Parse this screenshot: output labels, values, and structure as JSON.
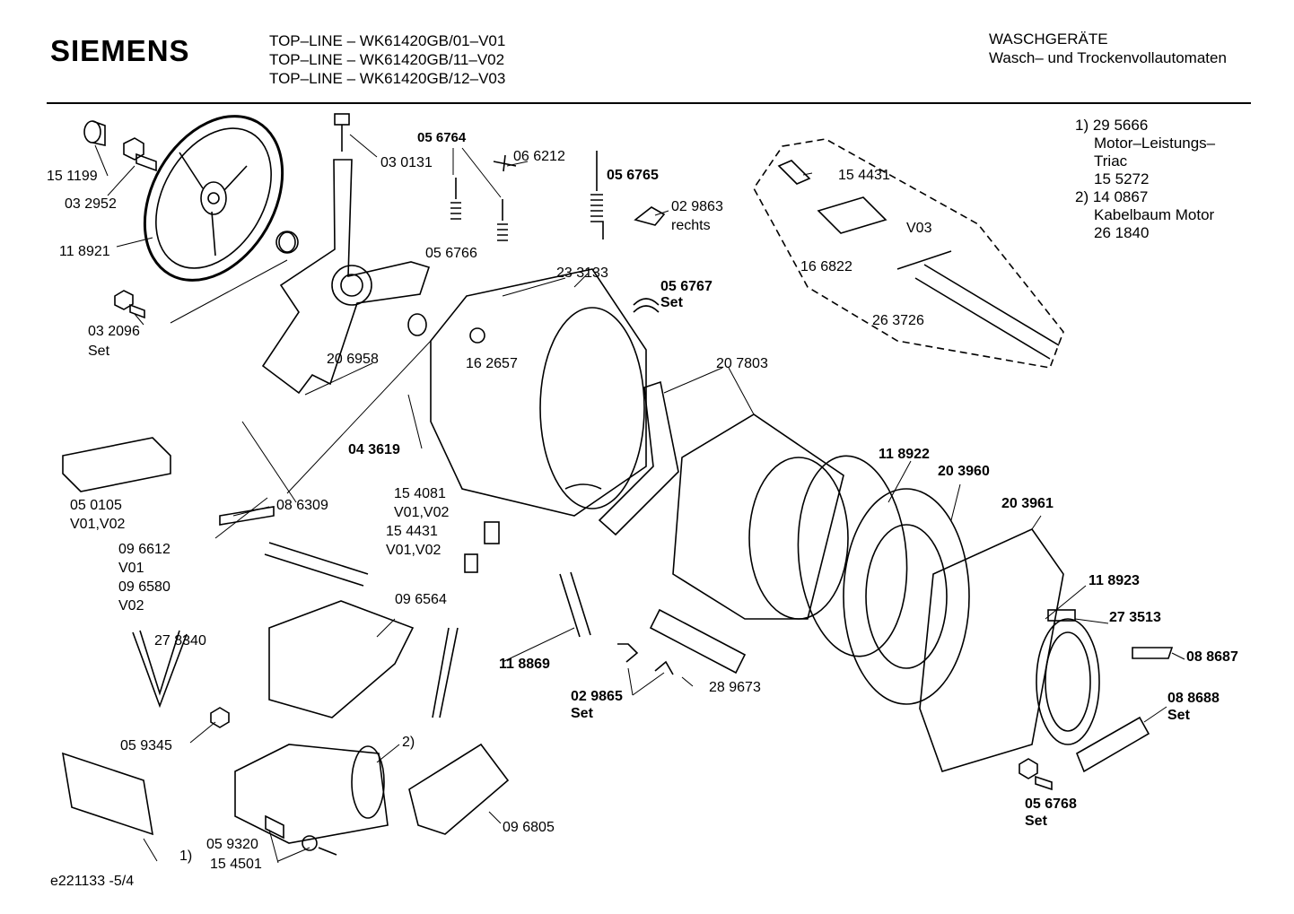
{
  "header": {
    "brand": "SIEMENS",
    "models": [
      "TOP–LINE – WK61420GB/01–V01",
      "TOP–LINE – WK61420GB/11–V02",
      "TOP–LINE – WK61420GB/12–V03"
    ],
    "category_line1": "WASCHGERÄTE",
    "category_line2": "Wasch– und Trockenvollautomaten"
  },
  "notes": [
    "1)  29 5666",
    "Motor–Leistungs–",
    "Triac",
    "15 5272",
    "2)  14 0867",
    "Kabelbaum Motor",
    "26 1840"
  ],
  "labels": [
    {
      "id": "p151199",
      "text": "15 1199",
      "bold": false
    },
    {
      "id": "p032952",
      "text": "03 2952",
      "bold": false
    },
    {
      "id": "p118921",
      "text": "11 8921",
      "bold": false
    },
    {
      "id": "p032096",
      "text": "03 2096",
      "bold": false
    },
    {
      "id": "p032096set",
      "text": "Set",
      "bold": false
    },
    {
      "id": "p030131",
      "text": "03 0131",
      "bold": false
    },
    {
      "id": "p056764",
      "text": "05 6764",
      "bold": true
    },
    {
      "id": "p066212",
      "text": "06 6212",
      "bold": false
    },
    {
      "id": "p056765",
      "text": "05 6765",
      "bold": true
    },
    {
      "id": "p029863",
      "text": "02 9863",
      "bold": false
    },
    {
      "id": "p029863r",
      "text": "rechts",
      "bold": false
    },
    {
      "id": "p154431a",
      "text": "15 4431",
      "bold": false
    },
    {
      "id": "pv03",
      "text": "V03",
      "bold": false
    },
    {
      "id": "p166822",
      "text": "16 6822",
      "bold": false
    },
    {
      "id": "p263726",
      "text": "26 3726",
      "bold": false
    },
    {
      "id": "p056766",
      "text": "05 6766",
      "bold": false
    },
    {
      "id": "p233133",
      "text": "23 3133",
      "bold": false
    },
    {
      "id": "p056767",
      "text": "05 6767",
      "bold": true
    },
    {
      "id": "p056767set",
      "text": "Set",
      "bold": true
    },
    {
      "id": "p206958",
      "text": "20 6958",
      "bold": false
    },
    {
      "id": "p162657",
      "text": "16 2657",
      "bold": false
    },
    {
      "id": "p207803",
      "text": "20 7803",
      "bold": false
    },
    {
      "id": "p043619",
      "text": "04 3619",
      "bold": true
    },
    {
      "id": "p050105",
      "text": "05 0105",
      "bold": false
    },
    {
      "id": "p050105v",
      "text": "V01,V02",
      "bold": false
    },
    {
      "id": "p086309",
      "text": "08 6309",
      "bold": false
    },
    {
      "id": "p154081",
      "text": "15 4081",
      "bold": false
    },
    {
      "id": "p154081v",
      "text": "V01,V02",
      "bold": false
    },
    {
      "id": "p154431b",
      "text": "15 4431",
      "bold": false
    },
    {
      "id": "p154431bv",
      "text": "V01,V02",
      "bold": false
    },
    {
      "id": "p118922",
      "text": "11 8922",
      "bold": true
    },
    {
      "id": "p203960",
      "text": "20 3960",
      "bold": true
    },
    {
      "id": "p203961",
      "text": "20 3961",
      "bold": true
    },
    {
      "id": "p096612",
      "text": "09 6612",
      "bold": false
    },
    {
      "id": "pv01",
      "text": "V01",
      "bold": false
    },
    {
      "id": "p096580",
      "text": "09 6580",
      "bold": false
    },
    {
      "id": "pv02",
      "text": "V02",
      "bold": false
    },
    {
      "id": "p096564",
      "text": "09 6564",
      "bold": false
    },
    {
      "id": "p118923",
      "text": "11 8923",
      "bold": true
    },
    {
      "id": "p273513",
      "text": "27 3513",
      "bold": true
    },
    {
      "id": "p278340",
      "text": "27 8340",
      "bold": false
    },
    {
      "id": "p118869",
      "text": "11 8869",
      "bold": true
    },
    {
      "id": "p088687",
      "text": "08 8687",
      "bold": true
    },
    {
      "id": "p029865",
      "text": "02 9865",
      "bold": true
    },
    {
      "id": "p029865set",
      "text": "Set",
      "bold": true
    },
    {
      "id": "p289673",
      "text": "28 9673",
      "bold": false
    },
    {
      "id": "p088688",
      "text": "08 8688",
      "bold": true
    },
    {
      "id": "p088688set",
      "text": "Set",
      "bold": true
    },
    {
      "id": "p059345",
      "text": "05 9345",
      "bold": false
    },
    {
      "id": "p2",
      "text": "2)",
      "bold": false
    },
    {
      "id": "p056768",
      "text": "05 6768",
      "bold": true
    },
    {
      "id": "p056768set",
      "text": "Set",
      "bold": true
    },
    {
      "id": "p096805",
      "text": "09 6805",
      "bold": false
    },
    {
      "id": "p059320",
      "text": "05 9320",
      "bold": false
    },
    {
      "id": "p154501",
      "text": "15 4501",
      "bold": false
    },
    {
      "id": "p1",
      "text": "1)",
      "bold": false
    }
  ],
  "footer": "e221133 -5/4"
}
